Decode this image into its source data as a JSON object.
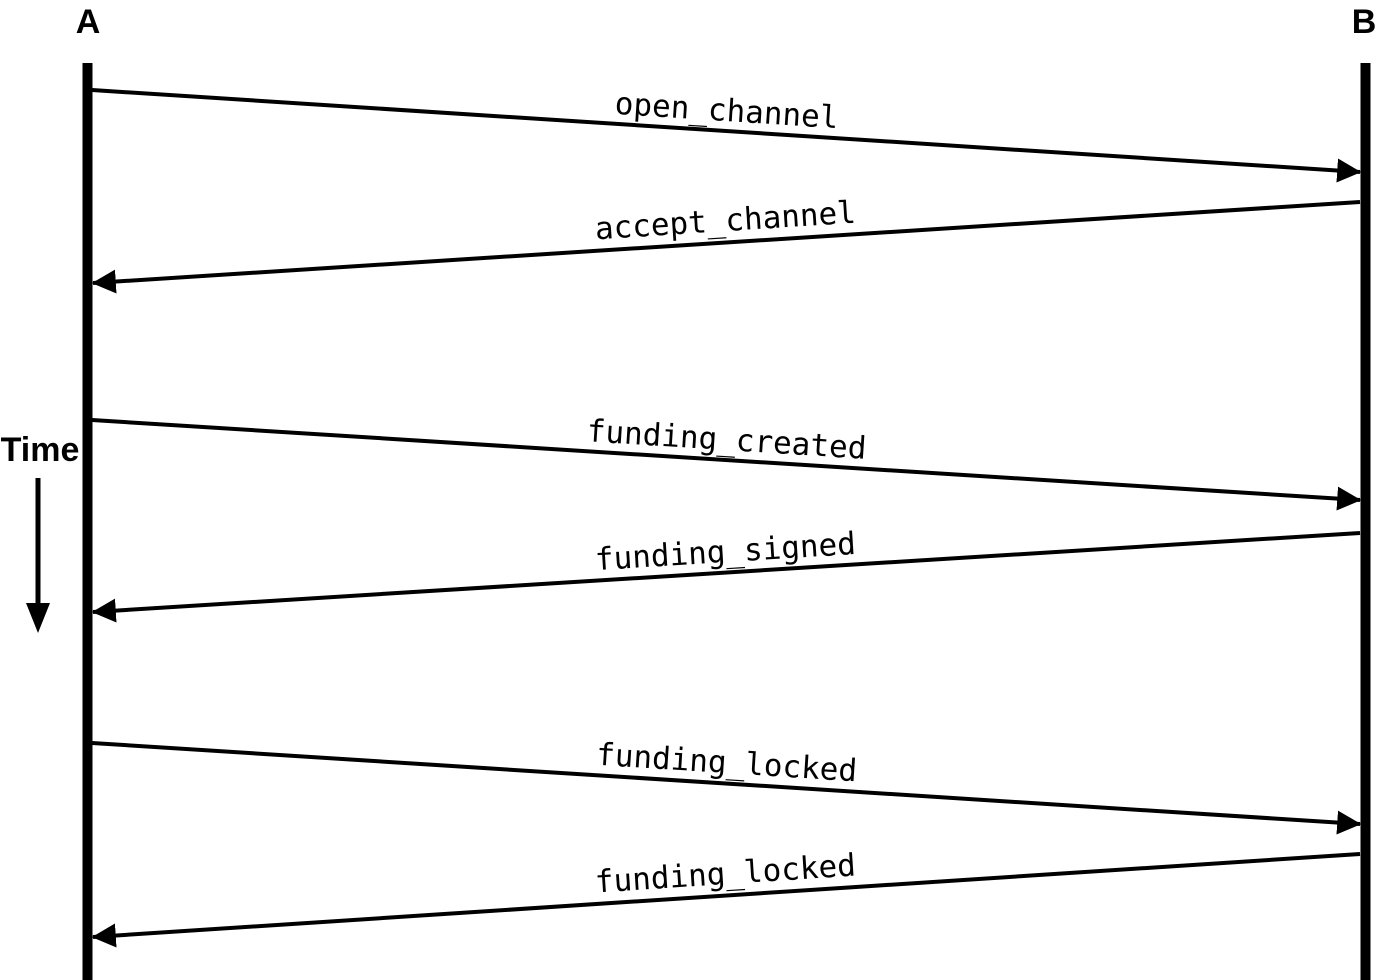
{
  "diagram": {
    "type": "sequence-diagram",
    "colors": {
      "foreground": "#000000",
      "background": "#ffffff"
    },
    "actors": [
      {
        "id": "A",
        "label": "A"
      },
      {
        "id": "B",
        "label": "B"
      }
    ],
    "time_axis": {
      "label": "Time",
      "direction": "down"
    },
    "messages": [
      {
        "label": "open_channel",
        "from": "A",
        "to": "B"
      },
      {
        "label": "accept_channel",
        "from": "B",
        "to": "A"
      },
      {
        "label": "funding_created",
        "from": "A",
        "to": "B"
      },
      {
        "label": "funding_signed",
        "from": "B",
        "to": "A"
      },
      {
        "label": "funding_locked",
        "from": "A",
        "to": "B"
      },
      {
        "label": "funding_locked",
        "from": "B",
        "to": "A"
      }
    ]
  }
}
